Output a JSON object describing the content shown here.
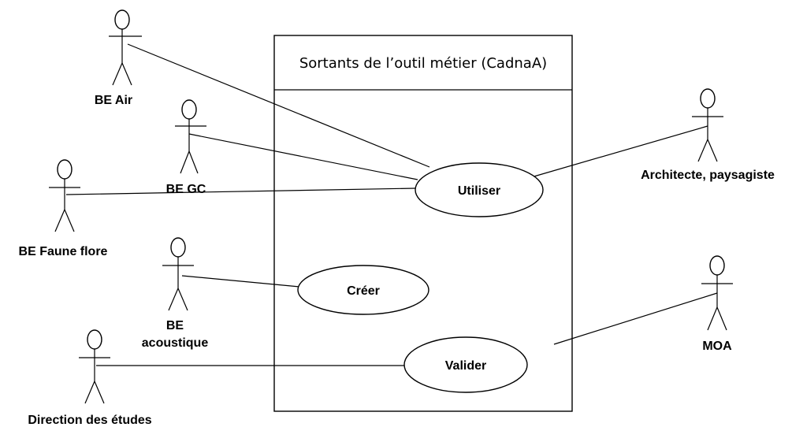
{
  "system": {
    "title": "Sortants de l’outil métier (CadnaA)"
  },
  "actors": {
    "be_air": "BE Air",
    "be_gc": "BE GC",
    "be_faune_flore": "BE Faune flore",
    "be_acoustique_1": "BE",
    "be_acoustique_2": "acoustique",
    "direction_etudes": "Direction des études",
    "architecte": "Architecte, paysagiste",
    "moa": "MOA"
  },
  "use_cases": {
    "utiliser": "Utiliser",
    "creer": "Créer",
    "valider": "Valider"
  }
}
